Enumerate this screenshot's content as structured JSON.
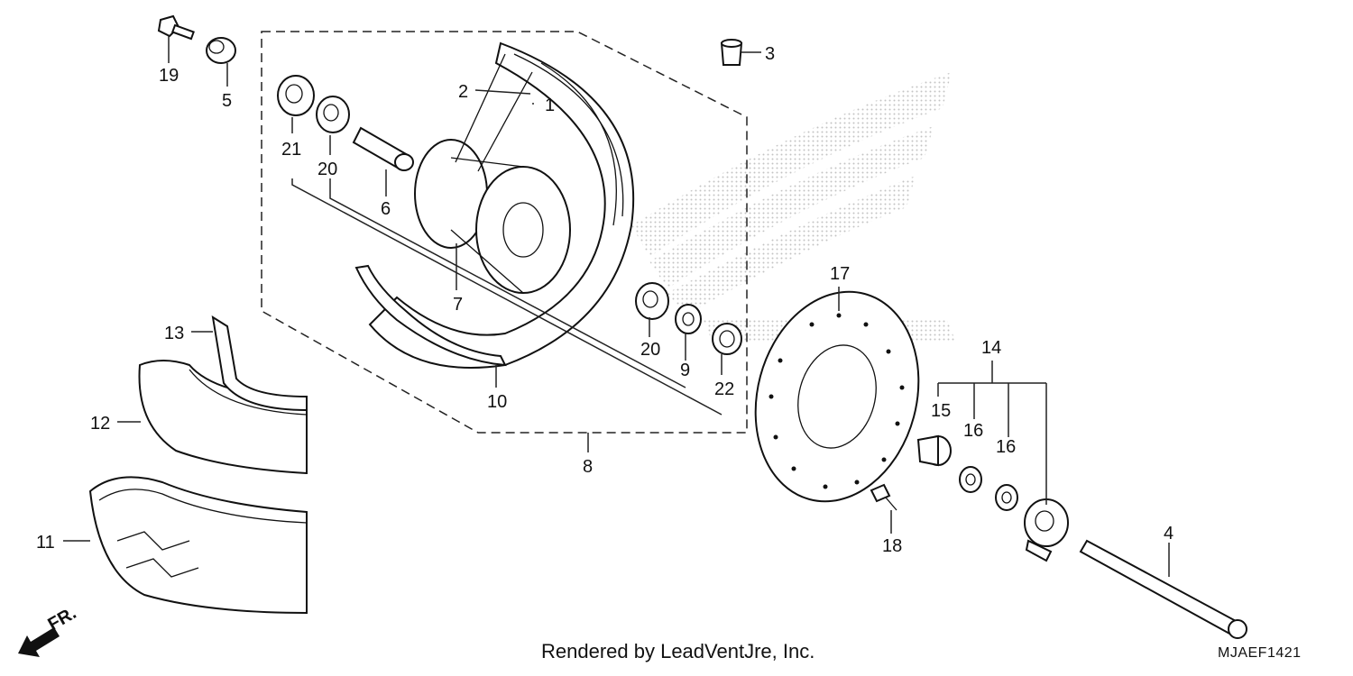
{
  "parts": [
    {
      "id": "p1",
      "label": "1"
    },
    {
      "id": "p2",
      "label": "2"
    },
    {
      "id": "p3",
      "label": "3"
    },
    {
      "id": "p4",
      "label": "4"
    },
    {
      "id": "p5",
      "label": "5"
    },
    {
      "id": "p6",
      "label": "6"
    },
    {
      "id": "p7",
      "label": "7"
    },
    {
      "id": "p8",
      "label": "8"
    },
    {
      "id": "p9",
      "label": "9"
    },
    {
      "id": "p10",
      "label": "10"
    },
    {
      "id": "p11",
      "label": "11"
    },
    {
      "id": "p12",
      "label": "12"
    },
    {
      "id": "p13",
      "label": "13"
    },
    {
      "id": "p14",
      "label": "14"
    },
    {
      "id": "p15",
      "label": "15"
    },
    {
      "id": "p16a",
      "label": "16"
    },
    {
      "id": "p16b",
      "label": "16"
    },
    {
      "id": "p17",
      "label": "17"
    },
    {
      "id": "p18",
      "label": "18"
    },
    {
      "id": "p19",
      "label": "19"
    },
    {
      "id": "p20a",
      "label": "20"
    },
    {
      "id": "p20b",
      "label": "20"
    },
    {
      "id": "p21",
      "label": "21"
    },
    {
      "id": "p22",
      "label": "22"
    }
  ],
  "direction_label": "FR.",
  "credit": "Rendered by LeadVentJre, Inc.",
  "diagram_code": "MJAEF1421"
}
